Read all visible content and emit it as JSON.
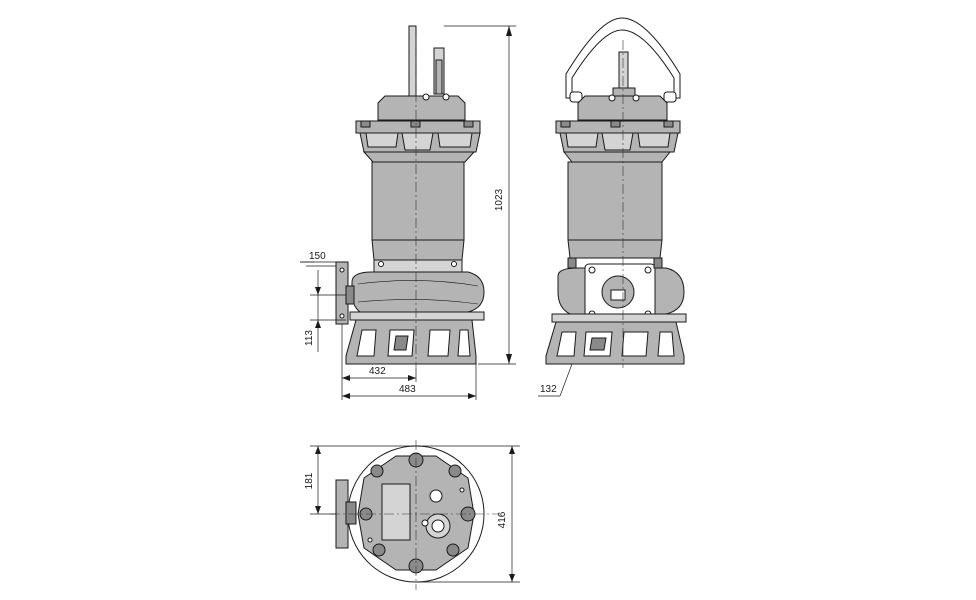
{
  "dimensions": {
    "overall_height": "1023",
    "discharge_flange": "150",
    "discharge_height": "113",
    "width_432": "432",
    "width_483": "483",
    "stand_height": "132",
    "top_offset": "181",
    "top_depth": "416"
  }
}
